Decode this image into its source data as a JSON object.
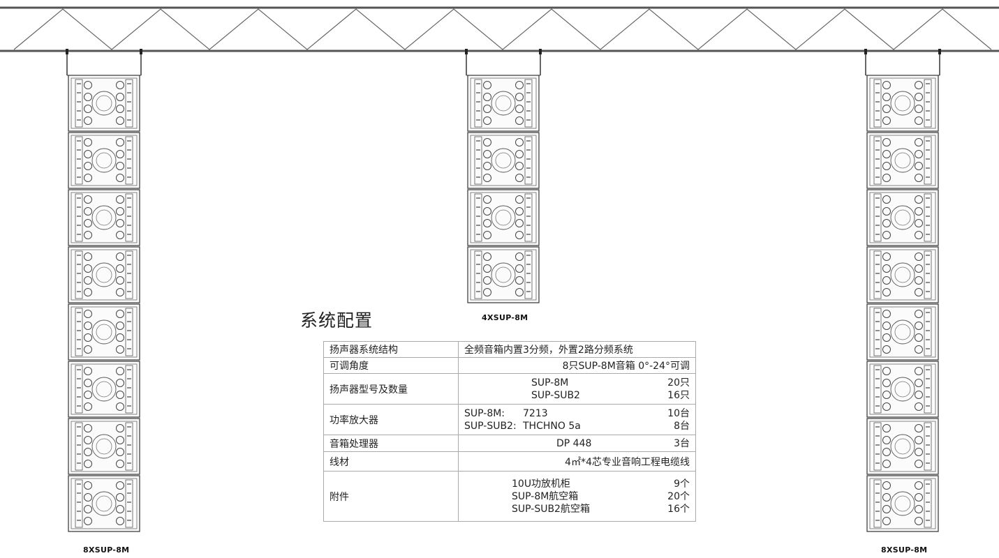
{
  "arrays": [
    {
      "label": "8XSUP-8M",
      "count": 8
    },
    {
      "label": "4XSUP-8M",
      "count": 4
    },
    {
      "label": "8XSUP-8M",
      "count": 8
    }
  ],
  "section_title": "系统配置",
  "table": {
    "rows": [
      {
        "key": "扬声器系统结构",
        "value": "全频音箱内置3分频，外置2路分频系统"
      },
      {
        "key": "可调角度",
        "value": "8只SUP-8M音箱 0°-24°可调"
      },
      {
        "key": "扬声器型号及数量",
        "items": [
          {
            "name": "SUP-8M",
            "qty": "20只"
          },
          {
            "name": "SUP-SUB2",
            "qty": "16只"
          }
        ]
      },
      {
        "key": "功率放大器",
        "items": [
          {
            "model": "SUP-8M:",
            "name": "7213",
            "qty": "10台"
          },
          {
            "model": "SUP-SUB2:",
            "name": "THCHNO 5a",
            "qty": "8台"
          }
        ]
      },
      {
        "key": "音箱处理器",
        "items": [
          {
            "name": "DP 448",
            "qty": "3台"
          }
        ]
      },
      {
        "key": "线材",
        "value": "4㎡*4芯专业音响工程电缆线"
      },
      {
        "key": "附件",
        "items": [
          {
            "name": "10U功放机柜",
            "qty": "9个"
          },
          {
            "name": "SUP-8M航空箱",
            "qty": "20个"
          },
          {
            "name": "SUP-SUB2航空箱",
            "qty": "16个"
          }
        ]
      }
    ]
  }
}
